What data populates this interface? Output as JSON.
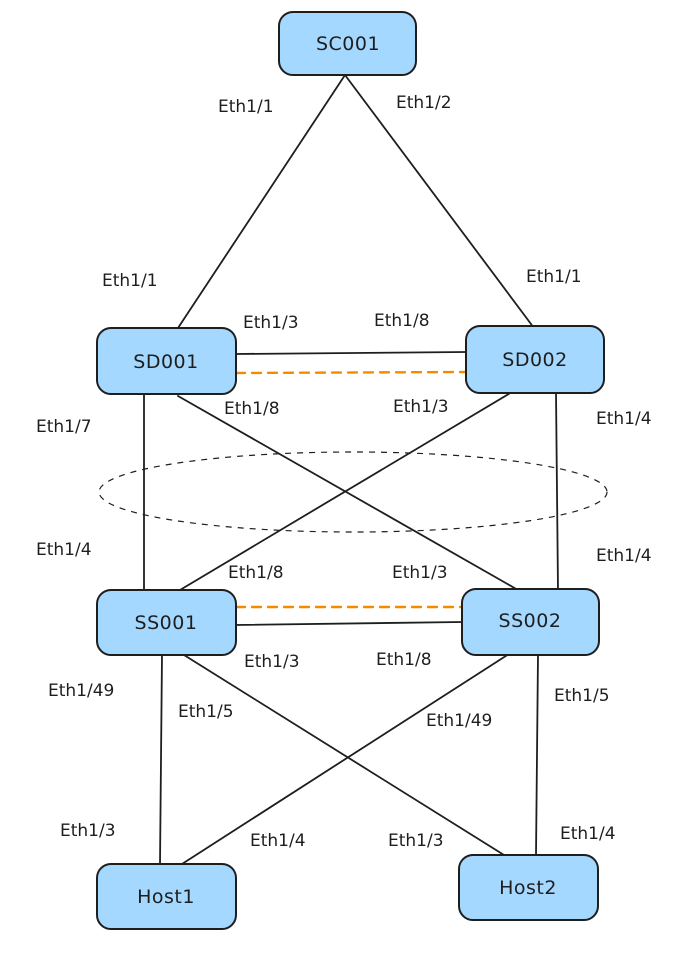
{
  "colors": {
    "node_fill": "#a5d8ff",
    "node_stroke": "#1e1e1e",
    "link": "#1e1e1e",
    "peer_link": "#f08c00",
    "group_outline": "#1e1e1e"
  },
  "nodes": {
    "sc001": "SC001",
    "sd001": "SD001",
    "sd002": "SD002",
    "ss001": "SS001",
    "ss002": "SS002",
    "host1": "Host1",
    "host2": "Host2"
  },
  "ports": {
    "sc001_to_sd001": "Eth1/1",
    "sc001_to_sd002": "Eth1/2",
    "sd001_uplink": "Eth1/1",
    "sd002_uplink": "Eth1/1",
    "sd001_peer": "Eth1/3",
    "sd002_peer": "Eth1/8",
    "sd001_to_ss001": "Eth1/7",
    "sd001_to_ss002": "Eth1/8",
    "sd002_to_ss001": "Eth1/3",
    "sd002_to_ss002": "Eth1/4",
    "ss001_from_sd001": "Eth1/4",
    "ss001_from_sd002": "Eth1/8",
    "ss002_from_sd001": "Eth1/3",
    "ss002_from_sd002": "Eth1/4",
    "ss001_peer": "Eth1/3",
    "ss002_peer": "Eth1/8",
    "ss001_to_host1": "Eth1/49",
    "ss001_to_host2": "Eth1/5",
    "ss002_to_host1": "Eth1/49",
    "ss002_to_host2": "Eth1/5",
    "host1_from_ss001": "Eth1/3",
    "host1_from_ss002": "Eth1/4",
    "host2_from_ss001": "Eth1/3",
    "host2_from_ss002": "Eth1/4"
  }
}
